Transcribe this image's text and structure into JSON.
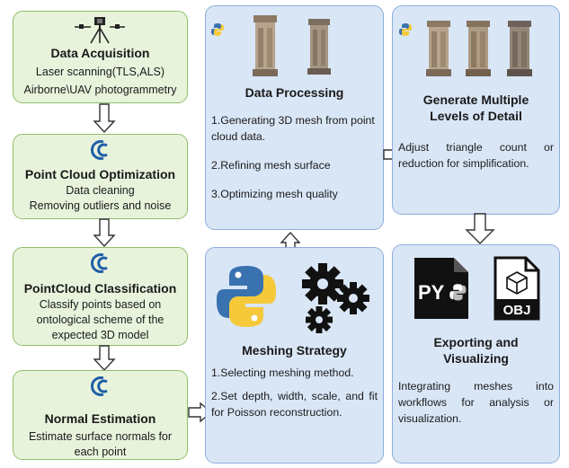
{
  "left_column": {
    "acquisition": {
      "title": "Data Acquisition",
      "lines": [
        "Laser scanning(TLS,ALS)",
        "Airborne\\UAV photogrammetry"
      ]
    },
    "optimization": {
      "title": "Point Cloud Optimization",
      "lines": [
        "Data cleaning",
        "Removing outliers and noise"
      ]
    },
    "classification": {
      "title": "PointCloud Classification",
      "lines": [
        "Classify points based on",
        "ontological scheme of the",
        "expected 3D model"
      ]
    },
    "normal": {
      "title": "Normal Estimation",
      "lines": [
        "Estimate surface normals for",
        "each point"
      ]
    }
  },
  "middle_column": {
    "processing": {
      "title": "Data Processing",
      "steps": [
        "1.Generating 3D mesh from point cloud data.",
        "2.Refining mesh surface",
        "3.Optimizing mesh quality"
      ]
    },
    "meshing": {
      "title": "Meshing Strategy",
      "steps": [
        "1.Selecting meshing method.",
        "2.Set depth, width, scale, and fit for Poisson reconstruction."
      ]
    }
  },
  "right_column": {
    "lod": {
      "title_line1": "Generate Multiple",
      "title_line2": "Levels of Detail",
      "text": "Adjust triangle count or reduction for simplification."
    },
    "export": {
      "title_line1": "Exporting and",
      "title_line2": "Visualizing",
      "text": "Integrating meshes into workflows for analysis or visualization.",
      "py_label": "PY",
      "obj_label": "OBJ"
    }
  },
  "icons": [
    "tripod-scanner-icon",
    "cloudcompare-icon",
    "python-icon",
    "gears-icon",
    "pillar-model-icon",
    "file-py-icon",
    "file-obj-icon"
  ],
  "colors": {
    "green_fill": "#e8f3dc",
    "green_border": "#8fbf6a",
    "blue_fill": "#d9e6f6",
    "blue_border": "#8eaedb",
    "cc_blue": "#1f5fa8",
    "python_blue": "#3a72b0",
    "python_yellow": "#f5c93a"
  }
}
